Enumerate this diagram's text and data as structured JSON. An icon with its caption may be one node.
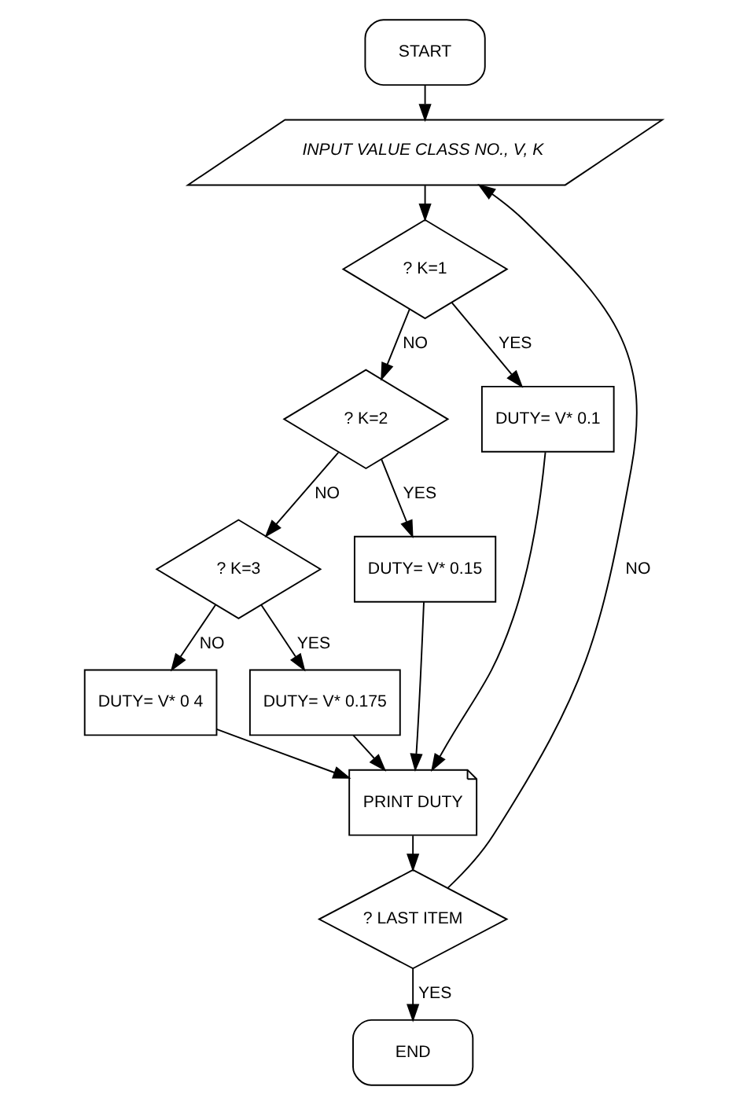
{
  "diagram": {
    "nodes": [
      {
        "text": [
          "START"
        ]
      },
      {
        "text": [
          "INPUT VALUE CLASS NO., V, K"
        ]
      },
      {
        "text": [
          "? K=1"
        ]
      },
      {
        "text": [
          "? K=2"
        ]
      },
      {
        "text": [
          "DUTY= V* 0.1"
        ]
      },
      {
        "text": [
          "? K=3"
        ]
      },
      {
        "text": [
          "DUTY= V* 0.15"
        ]
      },
      {
        "text": [
          "DUTY= V* 0 4"
        ]
      },
      {
        "text": [
          "DUTY= V* 0.175"
        ]
      },
      {
        "text": [
          "PRINT DUTY"
        ]
      },
      {
        "text": [
          "? LAST ITEM"
        ]
      },
      {
        "text": [
          "END"
        ]
      }
    ],
    "edges": [
      {
        "from": 0,
        "to": 1,
        "arrow": "to"
      },
      {
        "from": 1,
        "to": 2,
        "arrow": "to"
      },
      {
        "from": 2,
        "to": 3,
        "arrow": "to",
        "label": "NO"
      },
      {
        "from": 2,
        "to": 4,
        "arrow": "to",
        "label": "YES"
      },
      {
        "from": 3,
        "to": 5,
        "arrow": "to",
        "label": "NO"
      },
      {
        "from": 3,
        "to": 6,
        "arrow": "to",
        "label": "YES"
      },
      {
        "from": 5,
        "to": 7,
        "arrow": "to",
        "label": "NO"
      },
      {
        "from": 5,
        "to": 8,
        "arrow": "to",
        "label": "YES"
      },
      {
        "from": 4,
        "to": 9,
        "arrow": "to"
      },
      {
        "from": 6,
        "to": 9,
        "arrow": "to"
      },
      {
        "from": 8,
        "to": 9,
        "arrow": "to"
      },
      {
        "from": 7,
        "to": 9,
        "arrow": "to"
      },
      {
        "from": 9,
        "to": 10,
        "arrow": "to"
      },
      {
        "from": 10,
        "to": 11,
        "arrow": "to",
        "label": "YES"
      },
      {
        "from": 10,
        "to": 1,
        "arrow": "to",
        "label": "NO"
      }
    ]
  }
}
